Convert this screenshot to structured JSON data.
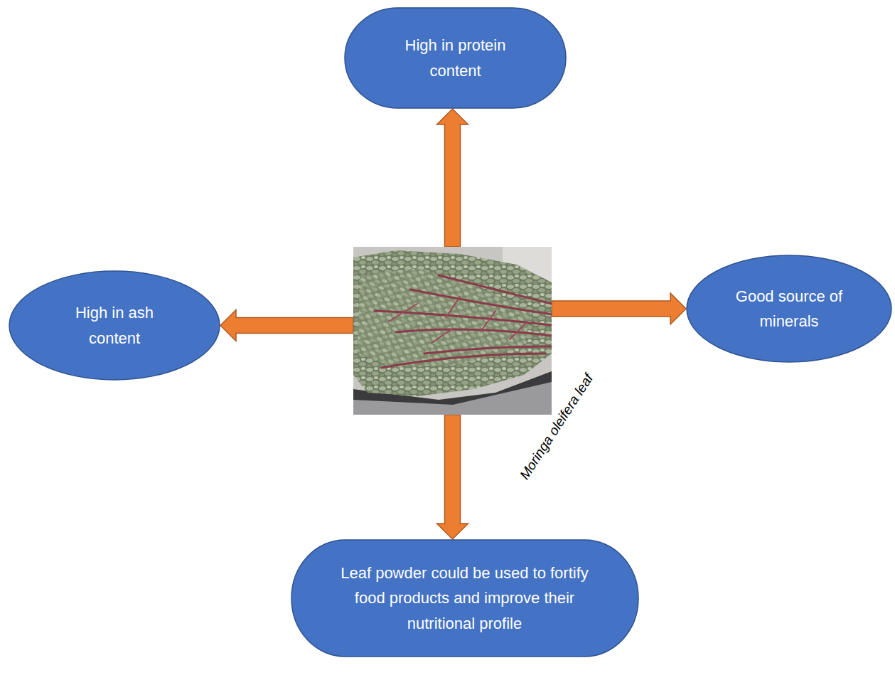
{
  "diagram": {
    "nodes": [
      {
        "text": [
          "High in protein content"
        ]
      },
      {
        "text": [
          "High in ash content"
        ]
      },
      {
        "text": [
          "Moringa oleifera leaf"
        ]
      },
      {
        "text": [
          "Good source of minerals"
        ]
      },
      {
        "text": [
          "Leaf powder could be used to fortify food products and improve their nutritional profile"
        ]
      }
    ],
    "edges": [
      {
        "from": 2,
        "to": 0,
        "arrow": "to"
      },
      {
        "from": 2,
        "to": 1,
        "arrow": "to"
      },
      {
        "from": 2,
        "to": 3,
        "arrow": "to"
      },
      {
        "from": 2,
        "to": 4,
        "arrow": "to"
      }
    ]
  }
}
